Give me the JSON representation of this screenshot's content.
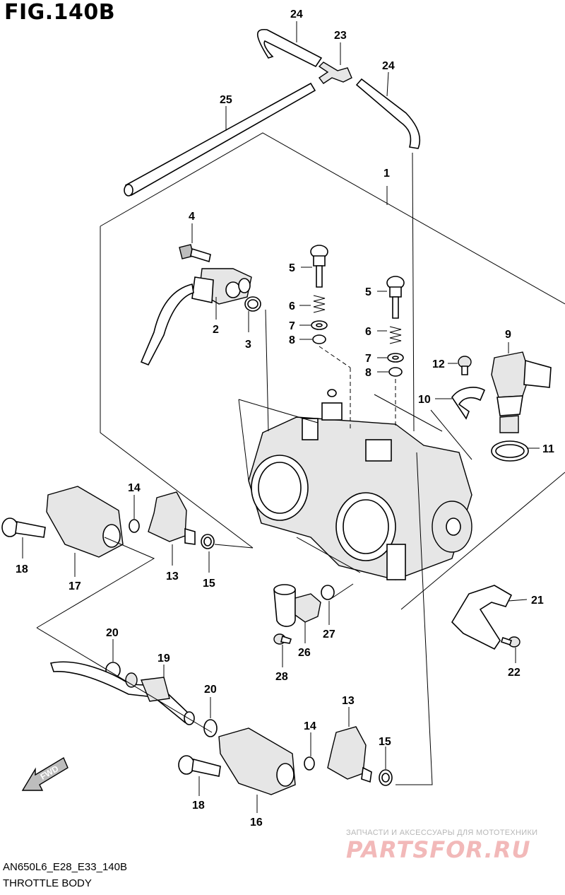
{
  "figure": {
    "title": "FIG.140B",
    "code": "AN650L6_E28_E33_140B",
    "name": "THROTTLE BODY"
  },
  "watermark": {
    "subtitle": "ЗАПЧАСТИ И АКСЕССУАРЫ ДЛЯ МОТОТЕХНИКИ",
    "brand": "PARTSFOR.RU"
  },
  "fwd_label": "FWD",
  "callouts": {
    "c1": "1",
    "c2": "2",
    "c3": "3",
    "c4": "4",
    "c5a": "5",
    "c5b": "5",
    "c6a": "6",
    "c6b": "6",
    "c7a": "7",
    "c7b": "7",
    "c8a": "8",
    "c8b": "8",
    "c9": "9",
    "c10": "10",
    "c11": "11",
    "c12": "12",
    "c13a": "13",
    "c13b": "13",
    "c14a": "14",
    "c14b": "14",
    "c15a": "15",
    "c15b": "15",
    "c16": "16",
    "c17": "17",
    "c18a": "18",
    "c18b": "18",
    "c19": "19",
    "c20a": "20",
    "c20b": "20",
    "c21": "21",
    "c22": "22",
    "c23": "23",
    "c24a": "24",
    "c24b": "24",
    "c25": "25",
    "c26": "26",
    "c27": "27",
    "c28": "28"
  }
}
